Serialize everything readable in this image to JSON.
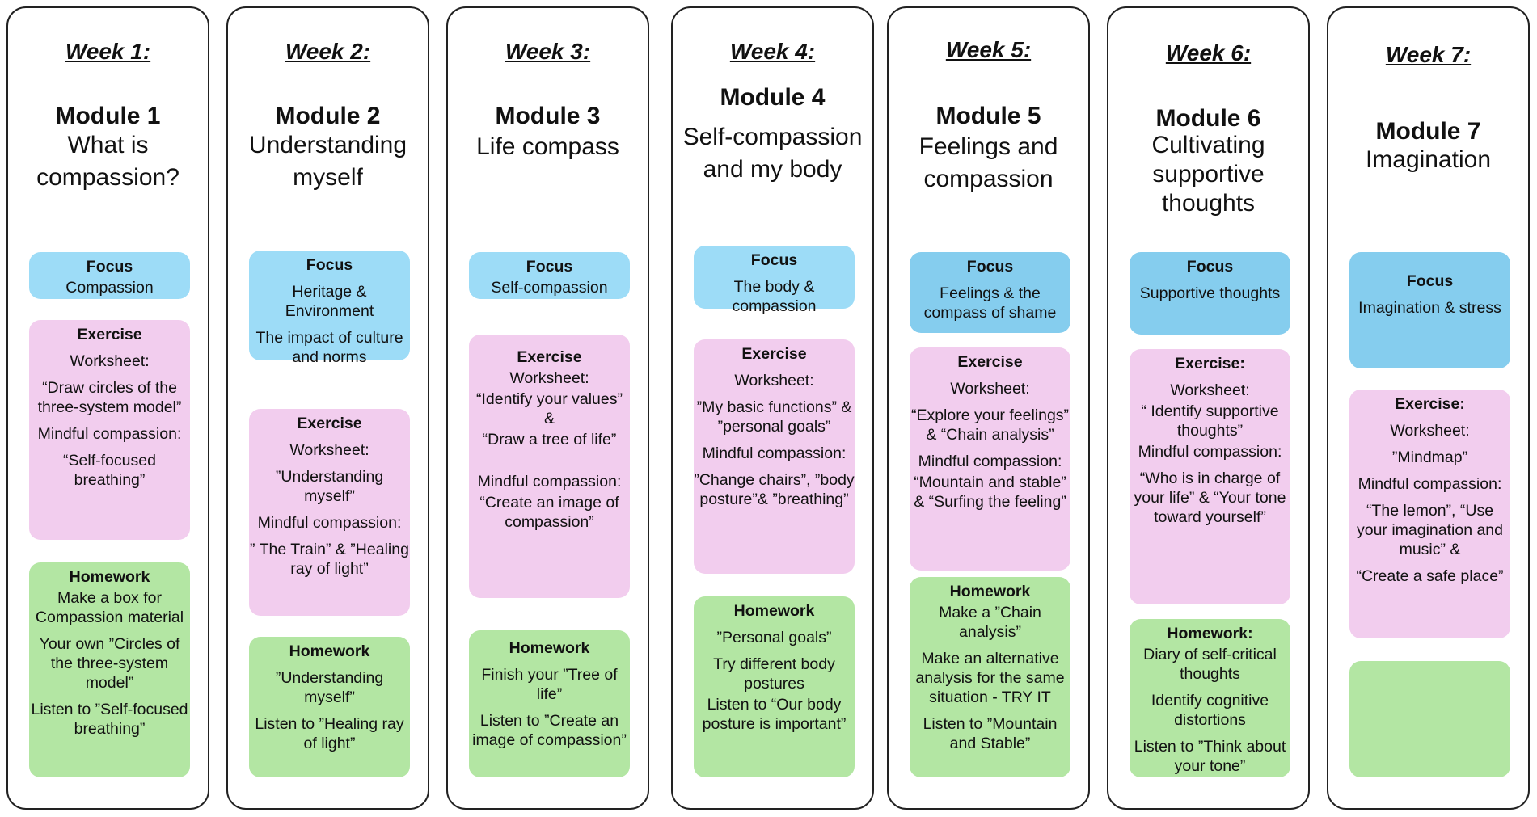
{
  "modules": [
    {
      "week": "Week 1:",
      "module": "Module 1",
      "title": "What is compassion?",
      "focus": {
        "heading": "Focus",
        "lines": [
          "Compassion"
        ]
      },
      "exercise": {
        "heading": "Exercise",
        "lines": [
          "Worksheet:",
          "“Draw circles of the three-system model”",
          "Mindful compassion:",
          "“Self-focused breathing”"
        ]
      },
      "homework": {
        "heading": "Homework",
        "lines": [
          "Make a box for Compassion material",
          "Your own ”Circles of the three-system model”",
          "Listen to ”Self-focused breathing”"
        ]
      }
    },
    {
      "week": "Week 2:",
      "module": "Module 2",
      "title": "Understanding myself",
      "focus": {
        "heading": "Focus",
        "lines": [
          "Heritage & Environment",
          "The impact of culture and norms"
        ]
      },
      "exercise": {
        "heading": "Exercise",
        "lines": [
          "Worksheet:",
          "”Understanding myself”",
          "Mindful compassion:",
          "” The Train” & ”Healing ray of light”"
        ]
      },
      "homework": {
        "heading": "Homework",
        "lines": [
          "”Understanding myself”",
          "Listen to ”Healing ray of light”"
        ]
      }
    },
    {
      "week": "Week 3:",
      "module": "Module 3",
      "title": "Life compass",
      "focus": {
        "heading": "Focus",
        "lines": [
          "Self-compassion"
        ]
      },
      "exercise": {
        "heading": "Exercise",
        "lines": [
          "Worksheet:",
          "“Identify your values” &",
          "“Draw a tree of life”",
          "Mindful compassion:",
          "“Create an image of compassion”"
        ]
      },
      "homework": {
        "heading": "Homework",
        "lines": [
          "Finish your ”Tree of life”",
          "Listen to ”Create an image of compassion”"
        ]
      }
    },
    {
      "week": "Week 4:",
      "module": "Module 4",
      "title": "Self-compassion and my body",
      "focus": {
        "heading": "Focus",
        "lines": [
          "The body & compassion"
        ]
      },
      "exercise": {
        "heading": "Exercise",
        "lines": [
          "Worksheet:",
          "”My basic functions” & ”personal goals”",
          "Mindful compassion:",
          "”Change chairs”, ”body posture”& ”breathing”"
        ]
      },
      "homework": {
        "heading": "Homework",
        "lines": [
          "”Personal goals”",
          "Try different body postures",
          "Listen to “Our body posture is important”"
        ]
      }
    },
    {
      "week": "Week 5:",
      "module": "Module 5",
      "title": "Feelings and compassion",
      "focus": {
        "heading": "Focus",
        "lines": [
          "Feelings & the compass of shame"
        ]
      },
      "exercise": {
        "heading": "Exercise",
        "lines": [
          "Worksheet:",
          "“Explore your feelings” & “Chain analysis”",
          "Mindful compassion:",
          "“Mountain and stable”  & “Surfing the feeling”"
        ]
      },
      "homework": {
        "heading": "Homework",
        "lines": [
          "Make a ”Chain analysis”",
          "Make an alternative analysis for the same situation - TRY IT",
          "Listen to ”Mountain and Stable”"
        ]
      }
    },
    {
      "week": "Week 6:",
      "module": "Module 6",
      "title": "Cultivating supportive thoughts",
      "focus": {
        "heading": "Focus",
        "lines": [
          "Supportive thoughts"
        ]
      },
      "exercise": {
        "heading": "Exercise:",
        "lines": [
          "Worksheet:",
          "“ Identify supportive thoughts”",
          "Mindful compassion:",
          "“Who is in charge of your life” & “Your tone toward yourself”"
        ]
      },
      "homework": {
        "heading": "Homework:",
        "lines": [
          "Diary of self-critical thoughts",
          "Identify cognitive distortions",
          "Listen to ”Think about your tone”"
        ]
      }
    },
    {
      "week": "Week 7:",
      "module": "Module 7",
      "title": "Imagination",
      "focus": {
        "heading": "Focus",
        "lines": [
          "Imagination & stress"
        ]
      },
      "exercise": {
        "heading": "Exercise:",
        "lines": [
          "Worksheet:",
          "”Mindmap”",
          "Mindful compassion:",
          "“The lemon”, “Use your imagination and music” &",
          "“Create a safe place”"
        ]
      },
      "homework": {
        "heading": "",
        "lines": []
      }
    }
  ]
}
